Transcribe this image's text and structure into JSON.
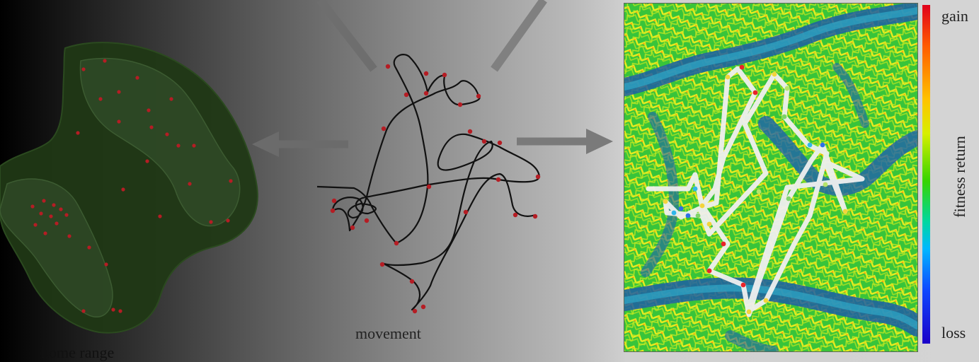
{
  "labels": {
    "movement": "movement",
    "bottom_cut": "home range",
    "colorbar_top": "gain",
    "colorbar_bottom": "loss",
    "colorbar_title": "fitness return"
  },
  "colors": {
    "homerange_outer": "#203815",
    "homerange_inner": "#2f4a27",
    "track": "#111111",
    "fix_point": "#b51d24",
    "arrow": "#7a7a7a",
    "landscape_base": "#2fbf3a",
    "path_overlay": "#efefef"
  },
  "icons": {
    "arrow_left": "left-arrow-icon",
    "arrow_right": "right-arrow-icon"
  }
}
